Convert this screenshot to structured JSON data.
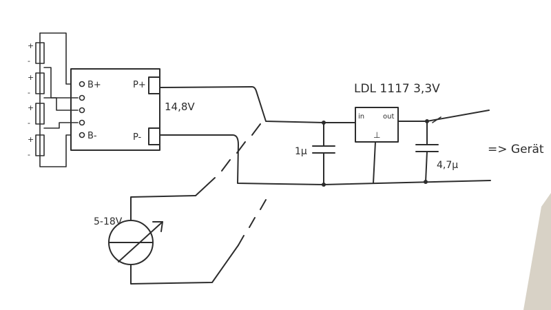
{
  "colors": {
    "paper": "#ffffff",
    "ink": "#2c2c2c",
    "paper_edge": "#d8d2c6"
  },
  "battery": {
    "cell_signs": [
      "+",
      "-",
      "+",
      "-",
      "+",
      "-",
      "+",
      "-"
    ]
  },
  "bms": {
    "pin_b_plus": "B+",
    "pin_b_minus": "B-",
    "tap_pins": [
      "o",
      "o",
      "o",
      "o"
    ],
    "pin_p_plus": "P+",
    "pin_p_minus": "P-",
    "voltage": "14,8V"
  },
  "regulator": {
    "name": "LDL 1117 3,3V",
    "pin_in": "in",
    "pin_out": "out",
    "pin_gnd": "⊥"
  },
  "capacitors": {
    "input": "1µ",
    "output": "4,7µ"
  },
  "charger": {
    "voltage": "5-18V"
  },
  "output": {
    "label": "=> Gerät"
  }
}
